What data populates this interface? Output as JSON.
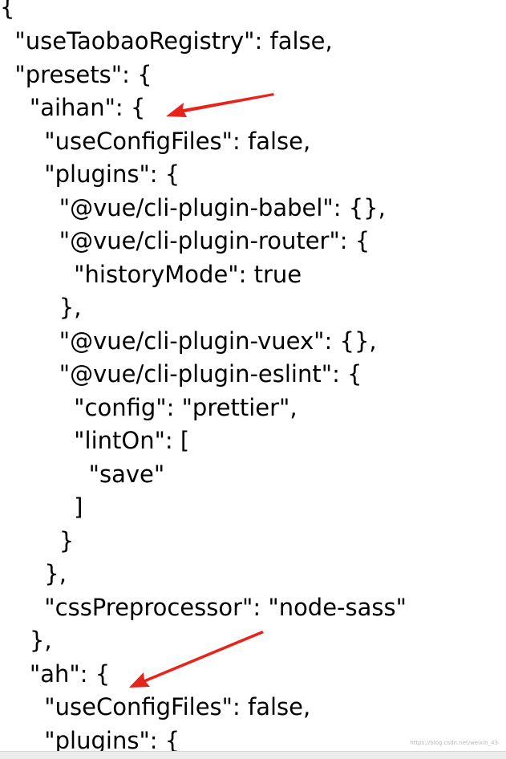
{
  "code": {
    "lines": [
      "{",
      "  \"useTaobaoRegistry\": false,",
      "  \"presets\": {",
      "    \"aihan\": {",
      "      \"useConfigFiles\": false,",
      "      \"plugins\": {",
      "        \"@vue/cli-plugin-babel\": {},",
      "        \"@vue/cli-plugin-router\": {",
      "          \"historyMode\": true",
      "        },",
      "        \"@vue/cli-plugin-vuex\": {},",
      "        \"@vue/cli-plugin-eslint\": {",
      "          \"config\": \"prettier\",",
      "          \"lintOn\": [",
      "            \"save\"",
      "          ]",
      "        }",
      "      },",
      "      \"cssPreprocessor\": \"node-sass\"",
      "    },",
      "    \"ah\": {",
      "      \"useConfigFiles\": false,",
      "      \"plugins\": {"
    ]
  },
  "annotations": {
    "arrow_color": "#e8231b",
    "arrows": [
      {
        "name": "arrow-pointing-aihan"
      },
      {
        "name": "arrow-pointing-useConfigFiles"
      }
    ]
  },
  "watermark": "https://blog.csdn.net/weixin_43"
}
